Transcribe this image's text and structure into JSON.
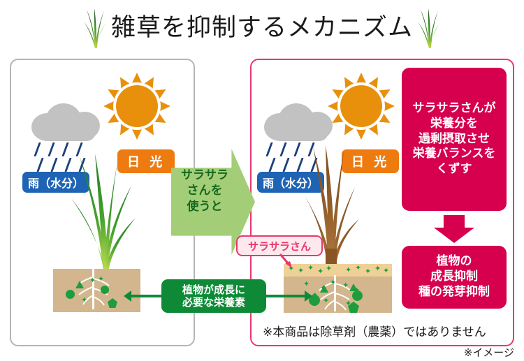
{
  "title": {
    "text": "雑草を抑制するメカニズム",
    "left_grass_icon": "grass-tuft-icon",
    "right_grass_icon": "grass-tuft-icon"
  },
  "left_panel": {
    "weather": {
      "cloud_icon": "rain-cloud-icon",
      "rain_badge": "雨（水分）",
      "sun_icon": "sun-icon",
      "sun_badge": "日 光"
    },
    "plant_state": "healthy-green-grass",
    "soil": {
      "has_top_layer": false,
      "nutrient_icon": "nutrient-particle-icon"
    }
  },
  "center_arrow": {
    "lines": [
      "サラサラ",
      "さんを",
      "使うと"
    ],
    "color": "#a3ce77",
    "text_color": "#16681f"
  },
  "nutrient_callout": {
    "lines": [
      "植物が成長に",
      "必要な栄養素"
    ],
    "color": "#0e8a37"
  },
  "right_panel": {
    "weather": {
      "cloud_icon": "rain-cloud-icon",
      "rain_badge": "雨（水分）",
      "sun_icon": "sun-icon",
      "sun_badge": "日 光"
    },
    "plant_state": "withered-brown-grass",
    "sarasara_label": "サラサラさん",
    "soil": {
      "has_top_layer": true,
      "nutrient_icon": "nutrient-particle-icon"
    },
    "disclaimer": "※本商品は除草剤（農薬）ではありません"
  },
  "result_boxes": {
    "top": {
      "lines": [
        "サラサラさんが",
        "栄養分を",
        "過剰摂取させ",
        "栄養バランスを",
        "くずす"
      ],
      "color": "#d6004f"
    },
    "arrow_icon": "down-arrow-icon",
    "bottom": {
      "lines": [
        "植物の",
        "成長抑制",
        "種の発芽抑制"
      ],
      "color": "#d6004f"
    }
  },
  "image_note": "※イメージ",
  "colors": {
    "left_panel_border": "#b5b5b5",
    "right_panel_border": "#e8386d",
    "sun": "#e8900c",
    "sun_badge": "#ee7b10",
    "rain_badge": "#1f64b4",
    "cloud": "#c2c2c2",
    "rain_streak": "#1d3f7a",
    "soil": "#d3b68e",
    "soil_top": "#efd097",
    "nutrient": "#1f9d3d",
    "pink": "#d6004f",
    "green": "#0e8a37"
  }
}
